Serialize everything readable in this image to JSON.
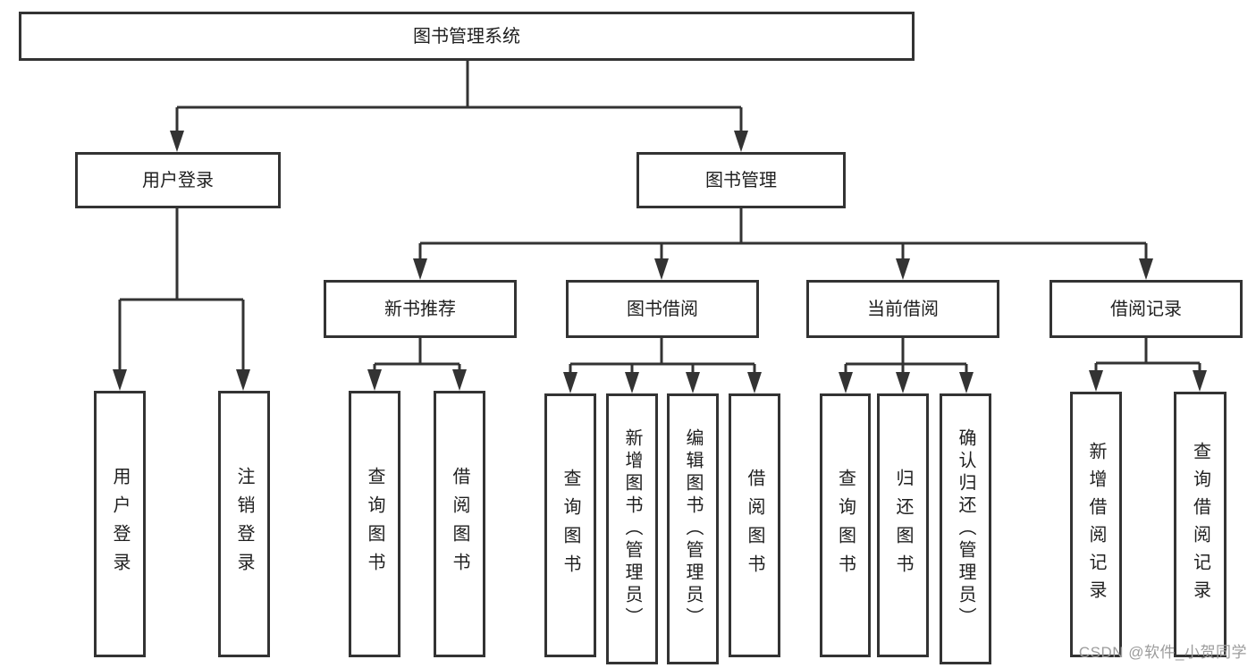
{
  "diagram": {
    "root": {
      "label": "图书管理系统",
      "children": {
        "user_login": {
          "label": "用户登录",
          "children": {
            "login": {
              "label": "用户登录"
            },
            "logout": {
              "label": "注销登录"
            }
          }
        },
        "book_mgmt": {
          "label": "图书管理",
          "children": {
            "new_books": {
              "label": "新书推荐",
              "children": {
                "query": {
                  "label": "查询图书"
                },
                "borrow": {
                  "label": "借阅图书"
                }
              }
            },
            "book_borrow": {
              "label": "图书借阅",
              "children": {
                "query": {
                  "label": "查询图书"
                },
                "add": {
                  "label": "新增图书（管理员）"
                },
                "edit": {
                  "label": "编辑图书（管理员）"
                },
                "borrow": {
                  "label": "借阅图书"
                }
              }
            },
            "current_borrow": {
              "label": "当前借阅",
              "children": {
                "query": {
                  "label": "查询图书"
                },
                "return": {
                  "label": "归还图书"
                },
                "confirm": {
                  "label": "确认归还（管理员）"
                }
              }
            },
            "records": {
              "label": "借阅记录",
              "children": {
                "add": {
                  "label": "新增借阅记录"
                },
                "query": {
                  "label": "查询借阅记录"
                }
              }
            }
          }
        }
      }
    }
  },
  "watermark": {
    "text": "CSDN @软件_小贺同学"
  },
  "colors": {
    "line": "#333333",
    "box_border": "#333333",
    "text": "#1f1f1f",
    "watermark": "#9c9c9c",
    "background": "#ffffff"
  }
}
